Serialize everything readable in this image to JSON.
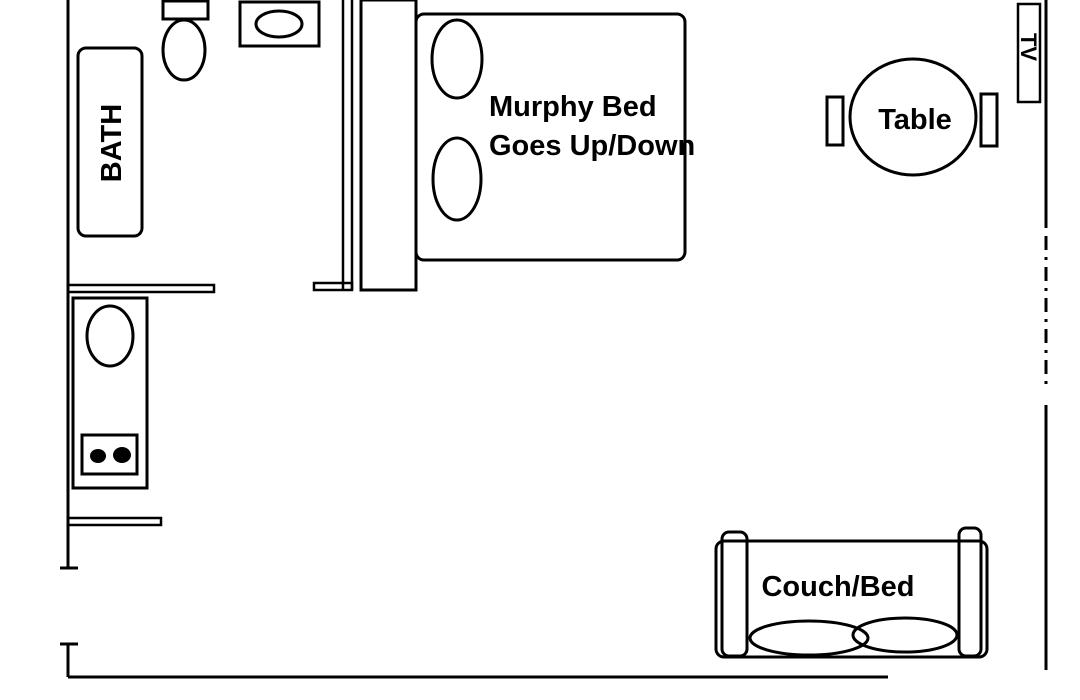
{
  "labels": {
    "bath": "BATH",
    "murphy_bed_line1": "Murphy Bed",
    "murphy_bed_line2": "Goes Up/Down",
    "table": "Table",
    "tv": "TV",
    "couch_bed": "Couch/Bed"
  },
  "colors": {
    "line": "#000000",
    "background": "#ffffff"
  }
}
